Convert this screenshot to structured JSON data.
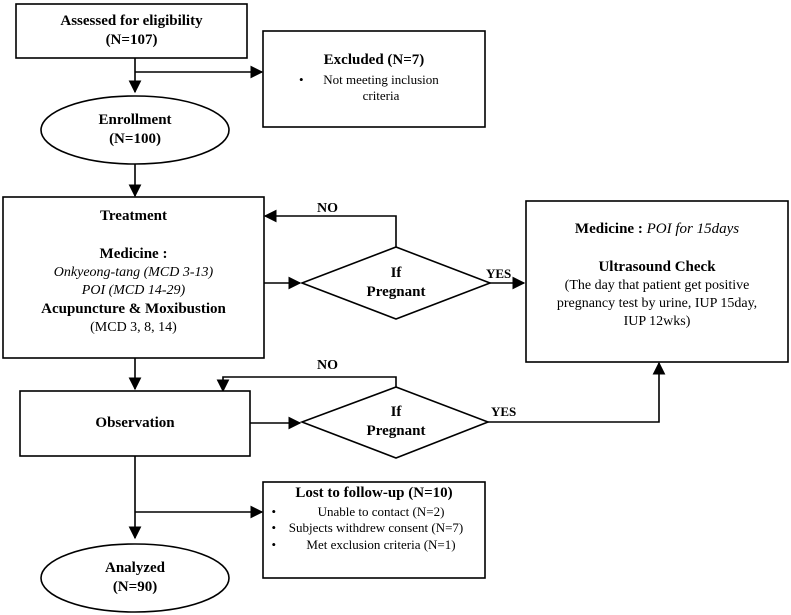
{
  "assessed": {
    "title": "Assessed for eligibility",
    "count": "(N=107)"
  },
  "excluded": {
    "title": "Excluded (N=7)",
    "items": [
      "Not meeting inclusion criteria"
    ]
  },
  "enrollment": {
    "title": "Enrollment",
    "count": "(N=100)"
  },
  "treatment": {
    "title": "Treatment",
    "medicine_label": "Medicine :",
    "medicine_1": "Onkyeong-tang (MCD 3-13)",
    "medicine_2": "POI (MCD 14-29)",
    "acupuncture": "Acupuncture & Moxibustion",
    "acupuncture_days": "(MCD 3, 8, 14)"
  },
  "decision_1": {
    "line1": "If",
    "line2": "Pregnant",
    "no_label": "NO",
    "yes_label": "YES"
  },
  "pregnant_followup": {
    "medicine_label": "Medicine :",
    "medicine_value": "POI for 15days",
    "check_title": "Ultrasound Check",
    "check_detail": "(The day that patient get positive pregnancy test by urine, IUP 15day, IUP 12wks)"
  },
  "observation": {
    "title": "Observation"
  },
  "decision_2": {
    "line1": "If",
    "line2": "Pregnant",
    "no_label": "NO",
    "yes_label": "YES"
  },
  "lost": {
    "title": "Lost to follow-up (N=10)",
    "items": [
      "Unable to contact (N=2)",
      "Subjects withdrew consent (N=7)",
      "Met exclusion criteria (N=1)"
    ]
  },
  "analyzed": {
    "title": "Analyzed",
    "count": "(N=90)"
  }
}
